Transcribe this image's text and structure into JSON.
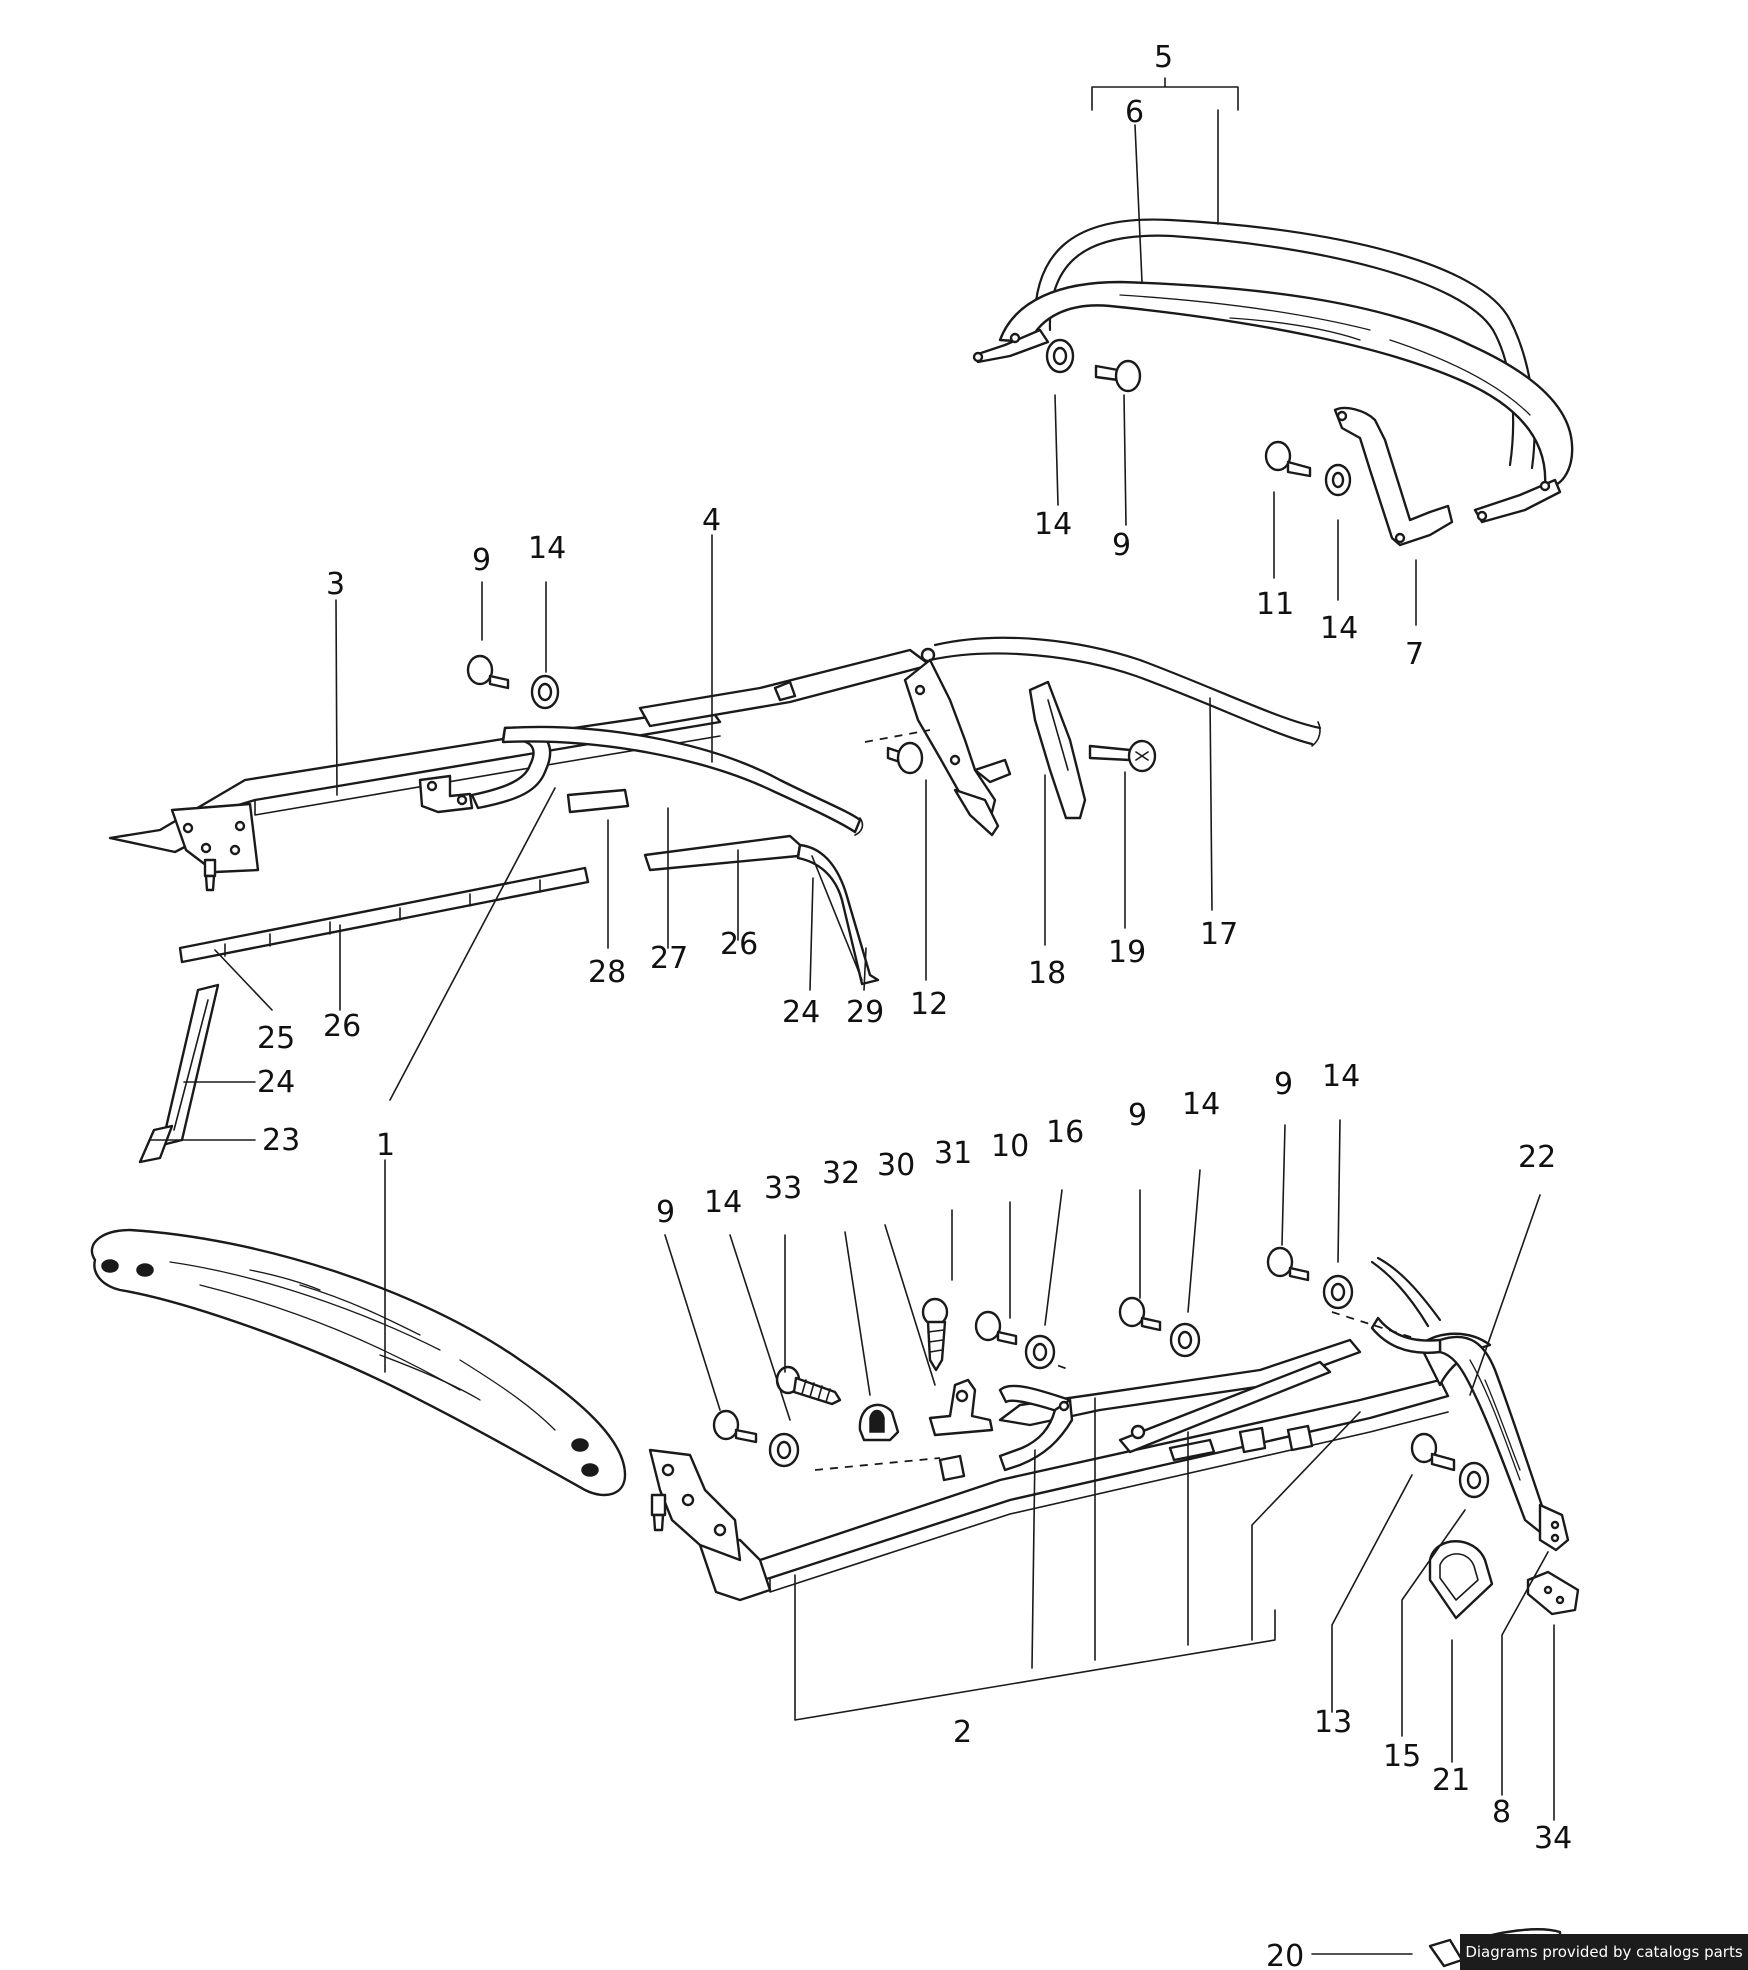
{
  "labels": {
    "l5": "5",
    "l6": "6",
    "l14a": "14",
    "l9a": "9",
    "l11": "11",
    "l14b": "14",
    "l7": "7",
    "l3": "3",
    "l9b": "9",
    "l14c": "14",
    "l4": "4",
    "l28": "28",
    "l27": "27",
    "l26a": "26",
    "l24a": "24",
    "l29": "29",
    "l12": "12",
    "l18": "18",
    "l19": "19",
    "l17": "17",
    "l25": "25",
    "l26b": "26",
    "l24b": "24",
    "l23": "23",
    "l1": "1",
    "l9c": "9",
    "l14d": "14",
    "l33": "33",
    "l32": "32",
    "l30": "30",
    "l31": "31",
    "l10": "10",
    "l16": "16",
    "l9d": "9",
    "l14e": "14",
    "l9e": "9",
    "l14f": "14",
    "l22": "22",
    "l2": "2",
    "l13": "13",
    "l15": "15",
    "l21": "21",
    "l8": "8",
    "l34": "34",
    "l20": "20"
  },
  "credit": "Diagrams provided by catalogs parts"
}
